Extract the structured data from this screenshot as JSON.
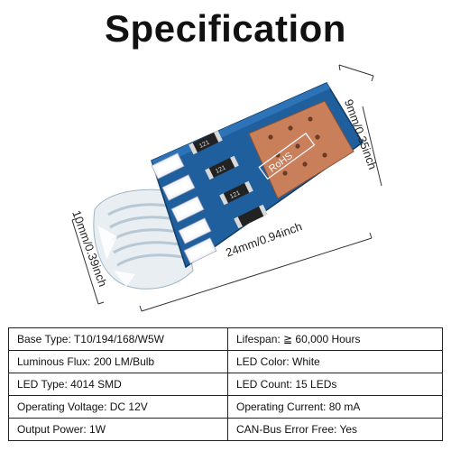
{
  "title": "Specification",
  "dimensions": {
    "height": "9mm/0.35inch",
    "width": "10mm/0.39inch",
    "length": "24mm/0.94inch"
  },
  "board": {
    "marking": "RoHS",
    "resistor_code": "121",
    "colors": {
      "pcb": "#1f5f9e",
      "pads": "#c9805a",
      "led": "#f3f6fb",
      "base": "#e8eef2"
    }
  },
  "specs": [
    [
      "Base Type: T10/194/168/W5W",
      "Lifespan: ≧ 60,000 Hours"
    ],
    [
      "Luminous Flux: 200 LM/Bulb",
      "LED Color: White"
    ],
    [
      "LED Type: 4014 SMD",
      "LED Count: 15 LEDs"
    ],
    [
      "Operating Voltage: DC 12V",
      "Operating Current: 80 mA"
    ],
    [
      "Output Power: 1W",
      "CAN-Bus Error Free: Yes"
    ]
  ]
}
